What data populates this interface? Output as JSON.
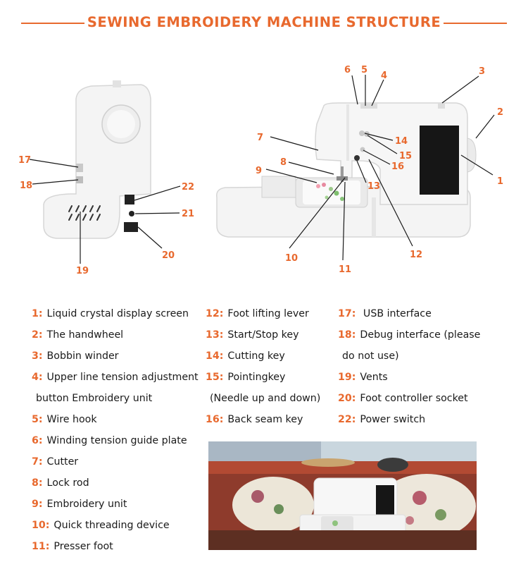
{
  "title": "SEWING EMBROIDERY MACHINE STRUCTURE",
  "accent_color": "#e8692e",
  "callout_numbers": [
    "1",
    "2",
    "3",
    "4",
    "5",
    "6",
    "7",
    "8",
    "9",
    "10",
    "11",
    "12",
    "13",
    "14",
    "15",
    "16",
    "17",
    "18",
    "19",
    "20",
    "21",
    "22"
  ],
  "legend": {
    "col1": [
      {
        "num": "1:",
        "text": "Liquid crystal display screen"
      },
      {
        "num": "2:",
        "text": "The handwheel"
      },
      {
        "num": "3:",
        "text": "Bobbin winder"
      },
      {
        "num": "4:",
        "text": "Upper line tension adjustment"
      },
      {
        "num": "",
        "text": "button Embroidery unit"
      },
      {
        "num": "5:",
        "text": "Wire hook"
      },
      {
        "num": "6:",
        "text": "Winding tension guide plate"
      },
      {
        "num": "7:",
        "text": "Cutter"
      },
      {
        "num": "8:",
        "text": "Lock rod"
      },
      {
        "num": "9:",
        "text": "Embroidery unit"
      },
      {
        "num": "10:",
        "text": "Quick threading device"
      },
      {
        "num": "11:",
        "text": "Presser foot"
      }
    ],
    "col2": [
      {
        "num": "12:",
        "text": "Foot lifting lever"
      },
      {
        "num": "13:",
        "text": "Start/Stop key"
      },
      {
        "num": "14:",
        "text": "Cutting key"
      },
      {
        "num": "15:",
        "text": "Pointingkey"
      },
      {
        "num": "",
        "text": "(Needle up and down)"
      },
      {
        "num": "16:",
        "text": "Back seam key"
      }
    ],
    "col3": [
      {
        "num": "17:",
        "text": " USB interface"
      },
      {
        "num": "18:",
        "text": "Debug interface (please"
      },
      {
        "num": "",
        "text": "do not use)"
      },
      {
        "num": "19:",
        "text": "Vents"
      },
      {
        "num": "20:",
        "text": "Foot controller socket"
      },
      {
        "num": "22:",
        "text": "Power switch"
      }
    ]
  }
}
